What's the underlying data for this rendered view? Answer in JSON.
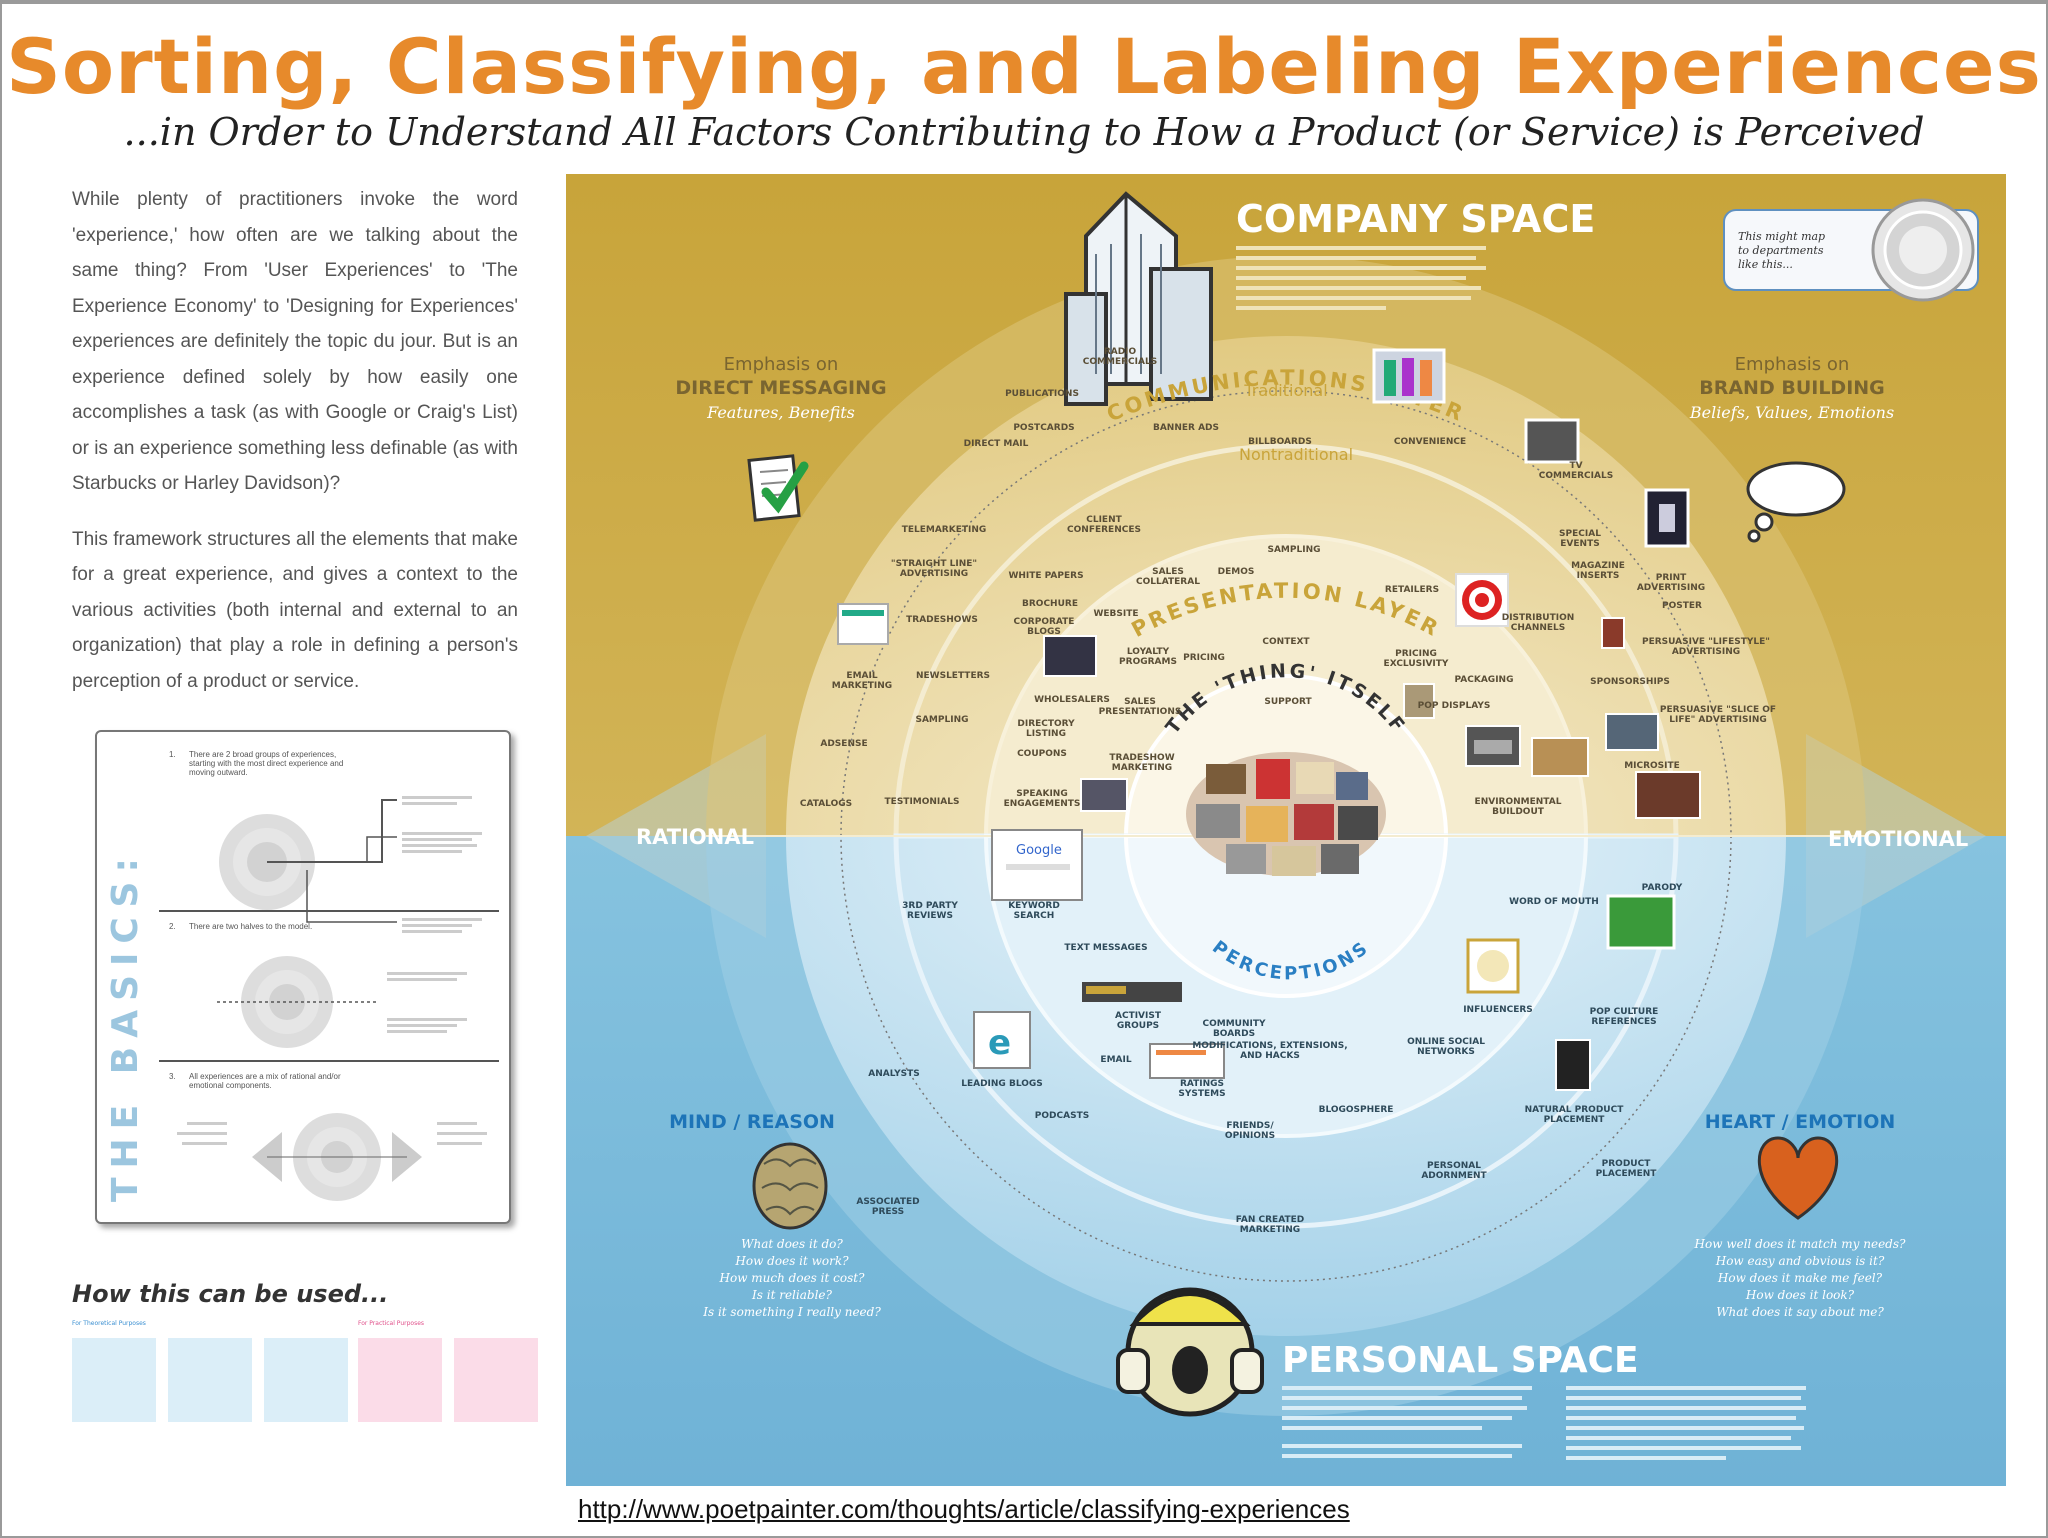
{
  "title": "Sorting, Classifying, and Labeling Experiences",
  "subtitle": "...in Order to Understand All Factors Contributing to How a Product (or Service) is Perceived",
  "intro": {
    "p1": "While plenty of practitioners invoke the word 'experience,' how often are we talking about the same thing? From 'User Experiences' to 'The Experience Economy' to 'Designing for Experiences' experiences are definitely the topic du jour. But is an experience defined solely by how easily one accomplishes a task (as with Google or Craig's List) or is an experience something less definable (as with Starbucks or Harley Davidson)?",
    "p2": "This framework structures all the elements that make for a great experience, and gives a context to the various activities (both internal and external to an organization) that play a role in defining a person's perception of a product or service."
  },
  "basics": {
    "label": "THE BASICS:",
    "steps": [
      {
        "num": "1.",
        "text": "There are 2 broad groups of experiences, starting with the most direct experience and moving outward."
      },
      {
        "num": "2.",
        "text": "There are two halves to the model."
      },
      {
        "num": "3.",
        "text": "All experiences are a mix of rational and/or emotional components."
      }
    ]
  },
  "howto": {
    "heading": "How this can be used...",
    "left_label": "For Theoretical Purposes",
    "right_label": "For Practical Purposes"
  },
  "url": "http://www.poetpainter.com/thoughts/article/classifying-experiences",
  "colors": {
    "company": "#c9a43a",
    "personal": "#7ab9d9",
    "title": "#e78a2b",
    "emphasis": "#1d74b8"
  },
  "diagram": {
    "company_space": "COMPANY SPACE",
    "personal_space": "PERSONAL SPACE",
    "rational": "RATIONAL",
    "emotional": "EMOTIONAL",
    "map_note": "This might map to departments like this...",
    "direct": {
      "l1": "Emphasis on",
      "l2": "DIRECT MESSAGING",
      "l3": "Features, Benefits"
    },
    "brand": {
      "l1": "Emphasis on",
      "l2": "BRAND BUILDING",
      "l3": "Beliefs, Values, Emotions"
    },
    "mind": {
      "title": "MIND / REASON",
      "q": [
        "What does it do?",
        "How does it work?",
        "How much does it cost?",
        "Is it reliable?",
        "Is it something I really need?"
      ]
    },
    "heart": {
      "title": "HEART / EMOTION",
      "q": [
        "How well does it match my needs?",
        "How easy and obvious is it?",
        "How does it make me feel?",
        "How does it look?",
        "What does it say about me?"
      ]
    },
    "comm_layer": "COMMUNICATIONS LAYER",
    "traditional": "Traditional",
    "nontraditional": "Nontraditional",
    "pres_layer": "PRESENTATION LAYER",
    "thing": "THE 'THING' ITSELF",
    "perceptions": "PERCEPTIONS",
    "items": [
      "RADIO COMMERCIALS",
      "PUBLICATIONS",
      "POSTCARDS",
      "DIRECT MAIL",
      "BANNER ADS",
      "BILLBOARDS",
      "CONVENIENCE",
      "TV COMMERCIALS",
      "CLIENT CONFERENCES",
      "TELEMARKETING",
      "SPECIAL EVENTS",
      "MAGAZINE INSERTS",
      "PRINT ADVERTISING",
      "\"STRAIGHT LINE\" ADVERTISING",
      "WHITE PAPERS",
      "SALES COLLATERAL",
      "DEMOS",
      "SAMPLING",
      "RETAILERS",
      "POSTER",
      "BROCHURE",
      "TRADESHOWS",
      "CORPORATE BLOGS",
      "WEBSITE",
      "CONTEXT",
      "DISTRIBUTION CHANNELS",
      "PERSUASIVE \"LIFESTYLE\" ADVERTISING",
      "EMAIL MARKETING",
      "NEWSLETTERS",
      "LOYALTY PROGRAMS",
      "PRICING",
      "PRICING EXCLUSIVITY",
      "PACKAGING",
      "SPONSORSHIPS",
      "WHOLESALERS",
      "SALES PRESENTATIONS",
      "SUPPORT",
      "POP DISPLAYS",
      "PERSUASIVE \"SLICE OF LIFE\" ADVERTISING",
      "DIRECTORY LISTING",
      "SAMPLING",
      "ADSENSE",
      "COUPONS",
      "TRADESHOW MARKETING",
      "MICROSITE",
      "CATALOGS",
      "TESTIMONIALS",
      "SPEAKING ENGAGEMENTS",
      "ENVIRONMENTAL BUILDOUT",
      "3RD PARTY REVIEWS",
      "KEYWORD SEARCH",
      "PARODY",
      "WORD OF MOUTH",
      "TEXT MESSAGES",
      "ACTIVIST GROUPS",
      "COMMUNITY BOARDS",
      "INFLUENCERS",
      "POP CULTURE REFERENCES",
      "EMAIL",
      "MODIFICATIONS, EXTENSIONS, AND HACKS",
      "ONLINE SOCIAL NETWORKS",
      "ANALYSTS",
      "LEADING BLOGS",
      "RATINGS SYSTEMS",
      "NATURAL PRODUCT PLACEMENT",
      "PODCASTS",
      "FRIENDS/ OPINIONS",
      "BLOGOSPHERE",
      "PERSONAL ADORNMENT",
      "PRODUCT PLACEMENT",
      "ASSOCIATED PRESS",
      "FAN CREATED MARKETING"
    ]
  }
}
